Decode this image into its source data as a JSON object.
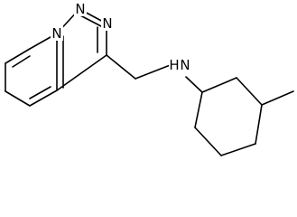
{
  "molecule": {
    "atoms": {
      "n1": "N",
      "n2": "N",
      "n3": "N",
      "nh": "N",
      "h": "H"
    }
  }
}
